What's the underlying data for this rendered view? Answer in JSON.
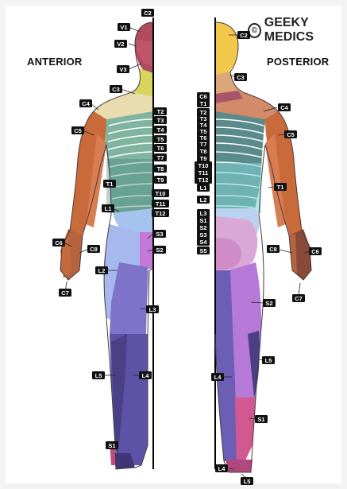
{
  "brand": {
    "symbol": "©",
    "name": "GEEKY MEDICS"
  },
  "views": {
    "anterior": "ANTERIOR",
    "posterior": "POSTERIOR"
  },
  "colors": {
    "label_bg": "#111111",
    "label_fg": "#ffffff",
    "face": "#b04a5f",
    "C2": "#f2c84a",
    "C3": "#d6d56a",
    "C4": "#ecdcae",
    "C5": "#c86a3a",
    "C6": "#c56a3d",
    "C7": "#8a4a3a",
    "C8": "#b5643f",
    "T": "#5aa28a",
    "L1": "#8fb9e8",
    "L2": "#a6b8ee",
    "L3": "#7f73c9",
    "L4": "#5d53a6",
    "L5": "#4b3f86",
    "S1": "#c24a82",
    "S2": "#b679d8"
  },
  "anterior_labels": [
    "C2",
    "V1",
    "V2",
    "V3",
    "C3",
    "C4",
    "C5",
    "T2",
    "T3",
    "T4",
    "T5",
    "T6",
    "T7",
    "T8",
    "T9",
    "T10",
    "T11",
    "T12",
    "L1",
    "T1",
    "C6",
    "C8",
    "C7",
    "S3",
    "S2",
    "L2",
    "L3",
    "L5",
    "L4",
    "S1"
  ],
  "posterior_labels": [
    "C2",
    "C3",
    "C6",
    "T1",
    "T2",
    "T3",
    "T4",
    "T5",
    "T6",
    "T7",
    "T8",
    "T9",
    "T10",
    "T11",
    "T12",
    "L1",
    "L2",
    "L3",
    "S1",
    "S2",
    "S3",
    "S4",
    "S5",
    "C4",
    "C5",
    "T1",
    "C8",
    "C6",
    "C7",
    "S2",
    "L5",
    "L4",
    "S1",
    "L4",
    "L5"
  ]
}
